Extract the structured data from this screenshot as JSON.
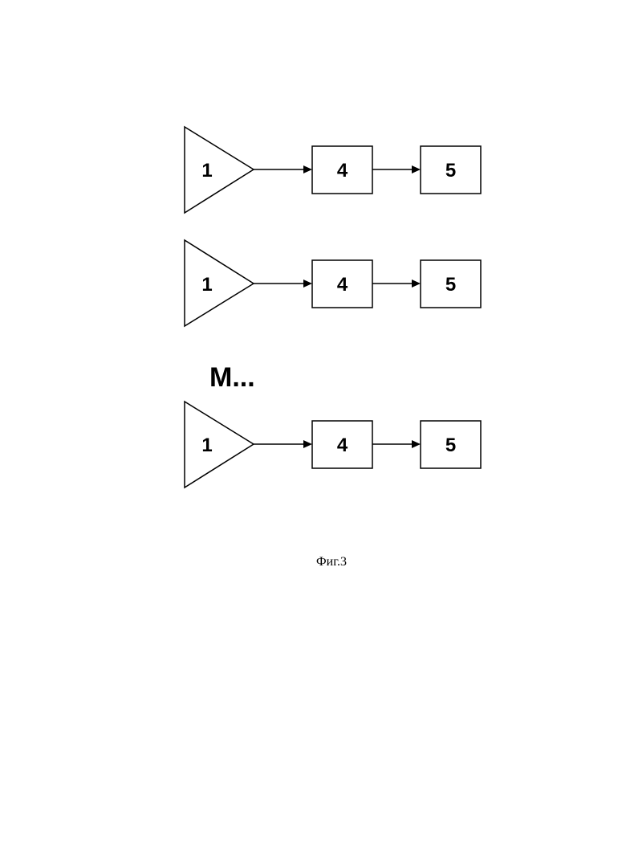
{
  "figure": {
    "channels": [
      {
        "amplifier": "1",
        "block_a": "4",
        "block_b": "5"
      },
      {
        "amplifier": "1",
        "block_a": "4",
        "block_b": "5"
      },
      {
        "amplifier": "1",
        "block_a": "4",
        "block_b": "5"
      }
    ],
    "ellipsis": "M...",
    "caption": "Фиг.3"
  }
}
